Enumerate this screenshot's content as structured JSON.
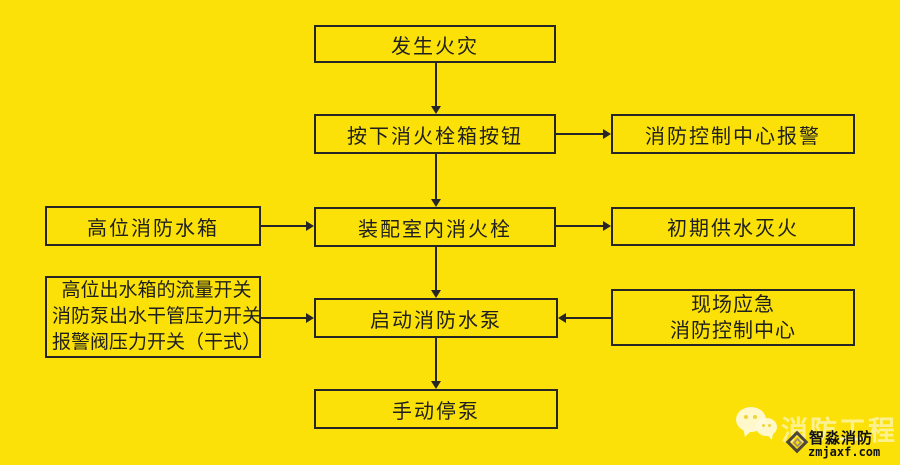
{
  "canvas": {
    "background_color": "#FBE108",
    "line_color": "#262626",
    "box_fill_color": "#FBE108",
    "text_color": "#1F1F1F"
  },
  "flowchart": {
    "nodes": {
      "fire": {
        "label": "发生火灾"
      },
      "press": {
        "label": "按下消火栓箱按钮"
      },
      "alarm": {
        "label": "消防控制中心报警"
      },
      "tank": {
        "label": "高位消防水箱"
      },
      "hydrant": {
        "label": "装配室内消火栓"
      },
      "initial": {
        "label": "初期供水灭火"
      },
      "switches": {
        "lines": [
          "高位出水箱的流量开关",
          "消防泵出水干管压力开关",
          "报警阀压力开关（干式）"
        ]
      },
      "pump": {
        "label": "启动消防水泵"
      },
      "emergency": {
        "lines": [
          "现场应急",
          "消防控制中心"
        ]
      },
      "stop": {
        "label": "手动停泵"
      }
    },
    "edges": [
      {
        "from": "fire",
        "to": "press",
        "direction": "down"
      },
      {
        "from": "press",
        "to": "alarm",
        "direction": "right"
      },
      {
        "from": "press",
        "to": "hydrant",
        "direction": "down"
      },
      {
        "from": "tank",
        "to": "hydrant",
        "direction": "right"
      },
      {
        "from": "hydrant",
        "to": "initial",
        "direction": "right"
      },
      {
        "from": "hydrant",
        "to": "pump",
        "direction": "down"
      },
      {
        "from": "switches",
        "to": "pump",
        "direction": "right"
      },
      {
        "from": "emergency",
        "to": "pump",
        "direction": "left"
      },
      {
        "from": "pump",
        "to": "stop",
        "direction": "down"
      }
    ]
  },
  "watermark": {
    "wechat_icon": "wechat-icon",
    "logo_icon": "zhimiao-diamond-logo-icon",
    "program_text": "消防工程",
    "brand_text": "智淼消防",
    "site_text": "zmjaxf.com"
  }
}
